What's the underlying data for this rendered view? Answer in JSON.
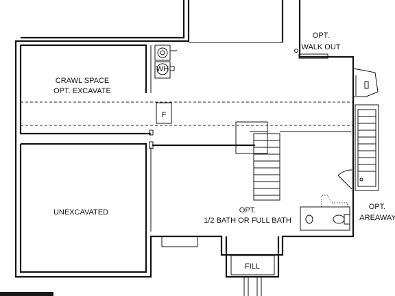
{
  "labels": {
    "crawl_space": "CRAWL SPACE",
    "opt_excavate": "OPT. EXCAVATE",
    "furnace": "F",
    "water_heater": "WH",
    "opt": "OPT.",
    "walk_out": "WALK OUT",
    "unexcavated": "UNEXCAVATED",
    "bath_opt": "OPT.",
    "bath": "1/2 BATH OR FULL BATH",
    "areaway_opt": "OPT.",
    "areaway": "AREAWAY",
    "fill": "FILL"
  }
}
